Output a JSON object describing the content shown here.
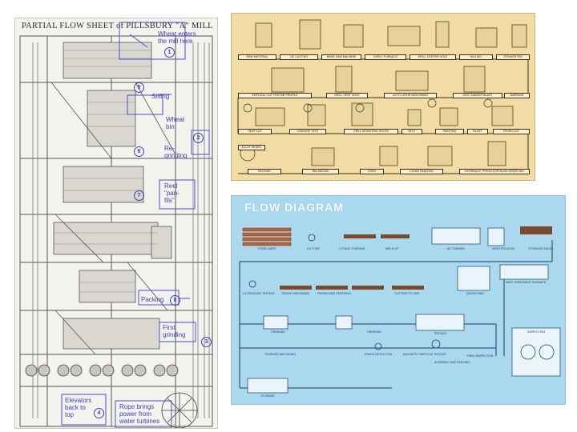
{
  "mill_panel": {
    "title": "PARTIAL FLOW SHEET of PILLSBURY \"A\" MILL",
    "annotations": [
      {
        "num": "1",
        "text": "Wheat enters\nthe mill here"
      },
      {
        "num": "5",
        "text": "Sifting"
      },
      {
        "num": "2",
        "text": "Wheat\nbin"
      },
      {
        "num": "6",
        "text": "Re-\ngrinding"
      },
      {
        "num": "7",
        "text": "Reel\n\"pan-\nfils\""
      },
      {
        "num": "8",
        "text": "Packing"
      },
      {
        "num": "3",
        "text": "First\ngrinding"
      },
      {
        "num": "4",
        "text": "Elevators\nback to\ntop"
      },
      {
        "num": "",
        "text": "Rope brings\npower from\nwater turbines"
      }
    ]
  },
  "factory_panel": {
    "row1": [
      "RAW MATERIAL",
      "OD CASTING",
      "BAND SAW MACHINE",
      "OVEN / FURNACE",
      "DRILL CENTER HOLE",
      "MILLING",
      "STRAIGHTEN"
    ],
    "row2": [
      "VERTICAL CUT FOR RIB PROFILE",
      "DRILL VENT HOLE",
      "AUTO LATHE MACHINING",
      "DISC SANDER BLAST",
      "MARKING"
    ],
    "row3": [
      "HEAT CUT",
      "LEAKAGE TEST",
      "DRILL MOUNTING HOLES",
      "BOLT",
      "PAINTING",
      "BLAST",
      "FINISH CUT"
    ],
    "row4": [
      "ALLOY WHEEL",
      "PACKING",
      "BALANCING",
      "OVEN",
      "CLEAR PAINTING",
      "HYDRAULIC PRESS FOR BUSH INSERTING"
    ]
  },
  "flow_panel": {
    "title": "FLOW DIAGRAM",
    "row1": [
      "STEEL BARS",
      "CUTTING",
      "3 STAGE FORGING",
      "WELD UP",
      "NC TURNING",
      "IDENTIFICATION",
      "STORAGE RACKS"
    ],
    "row2": [
      "ULTRASONIC TESTING",
      "ROUGH MACHINING",
      "FACING AND CENTRING",
      "CUTTING TO SIZE",
      "QUENCHING",
      "HEAT TREATMENT FURNACE"
    ],
    "row3": [
      "GRINDING",
      "FINISHED MACHINING",
      "GRINDING",
      "TESTING",
      "FINAL INSPECTION",
      "INSPECTION"
    ],
    "row4": [
      "STORAGE",
      "CRACK DETECTION",
      "MAGNETIC PARTICLE TESTING",
      "ASSEMBLY AND PACKING"
    ]
  }
}
